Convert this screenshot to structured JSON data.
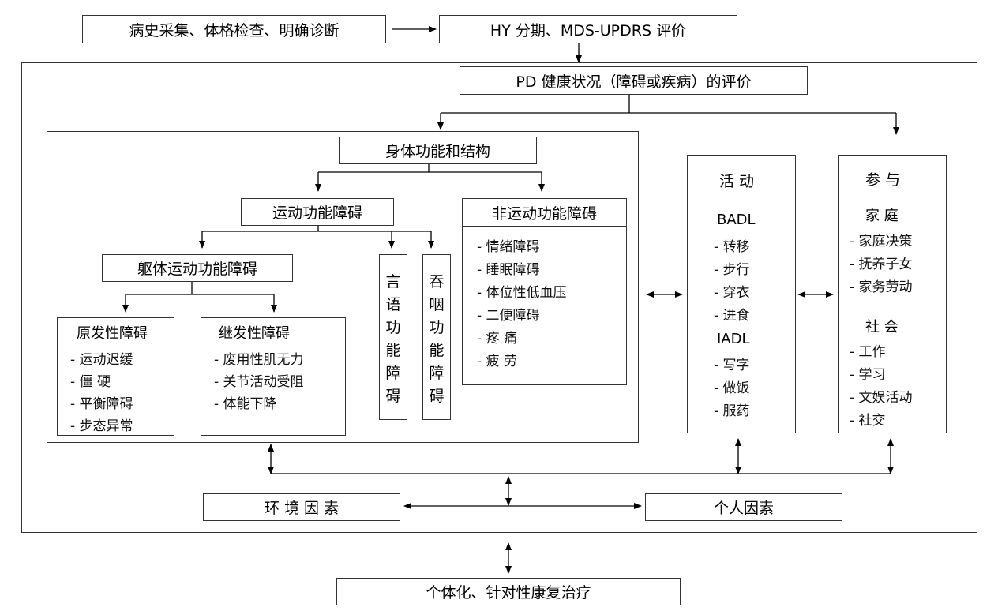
{
  "top": {
    "history_box": "病史采集、体格检查、明确诊断",
    "assessment_box": "HY 分期、MDS-UPDRS 评价"
  },
  "health_eval": "PD 健康状况（障碍或疾病）的评价",
  "body_function": {
    "title": "身体功能和结构",
    "motor": {
      "title": "运动功能障碍",
      "trunk": {
        "title": "躯体运动功能障碍",
        "primary": {
          "title": "原发性障碍",
          "items": [
            "- 运动迟缓",
            "- 僵  硬",
            "- 平衡障碍",
            "- 步态异常"
          ]
        },
        "secondary": {
          "title": "继发性障碍",
          "items": [
            "- 废用性肌无力",
            "- 关节活动受阻",
            "- 体能下降"
          ]
        }
      },
      "speech": [
        "言",
        "语",
        "功",
        "能",
        "障",
        "碍"
      ],
      "swallow": [
        "吞",
        "咽",
        "功",
        "能",
        "障",
        "碍"
      ]
    },
    "nonmotor": {
      "title": "非运动功能障碍",
      "items": [
        "- 情绪障碍",
        "- 睡眠障碍",
        "- 体位性低血压",
        "- 二便障碍",
        "- 疼  痛",
        "- 疲  劳"
      ]
    }
  },
  "activity": {
    "title": "活 动",
    "badl_title": "BADL",
    "badl_items": [
      "- 转移",
      "- 步行",
      "- 穿衣",
      "- 进食"
    ],
    "iadl_title": "IADL",
    "iadl_items": [
      "- 写字",
      "- 做饭",
      "- 服药"
    ]
  },
  "participation": {
    "title": "参 与",
    "family_title": "家 庭",
    "family_items": [
      "- 家庭决策",
      "- 抚养子女",
      "- 家务劳动"
    ],
    "society_title": "社 会",
    "society_items": [
      "- 工作",
      "- 学习",
      "- 文娱活动",
      "- 社交"
    ]
  },
  "factors": {
    "environment": "环 境 因 素",
    "personal": "个人因素"
  },
  "bottom": "个体化、针对性康复治疗"
}
